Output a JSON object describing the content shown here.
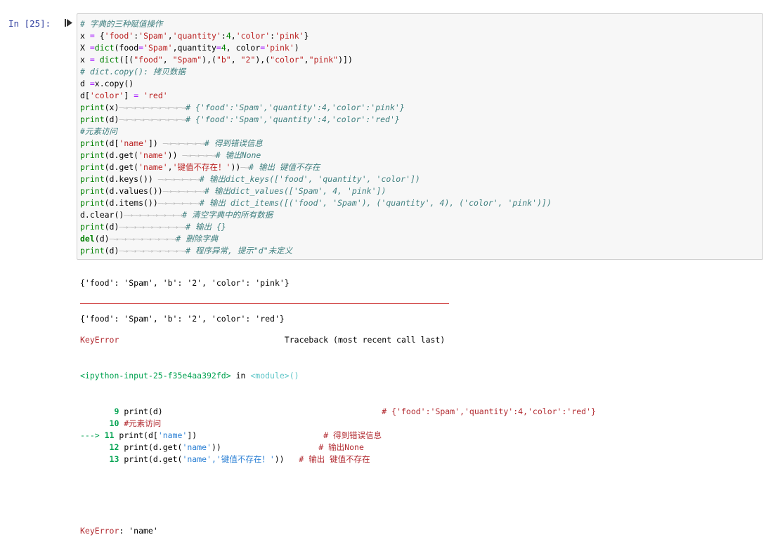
{
  "cell": {
    "prompt": "In  [25]:",
    "run_icon": "run-cell-icon"
  },
  "code_lines": [
    [
      {
        "t": "# 字典的三种赋值操作",
        "c": "cm"
      }
    ],
    [
      {
        "t": "x "
      },
      {
        "t": "=",
        "c": "op"
      },
      {
        "t": " {"
      },
      {
        "t": "'food'",
        "c": "st"
      },
      {
        "t": ":"
      },
      {
        "t": "'Spam'",
        "c": "st"
      },
      {
        "t": ","
      },
      {
        "t": "'quantity'",
        "c": "st"
      },
      {
        "t": ":"
      },
      {
        "t": "4",
        "c": "nu"
      },
      {
        "t": ","
      },
      {
        "t": "'color'",
        "c": "st"
      },
      {
        "t": ":"
      },
      {
        "t": "'pink'",
        "c": "st"
      },
      {
        "t": "}"
      }
    ],
    [
      {
        "t": "X "
      },
      {
        "t": "=",
        "c": "op"
      },
      {
        "t": "dict",
        "c": "bi"
      },
      {
        "t": "(food"
      },
      {
        "t": "=",
        "c": "op"
      },
      {
        "t": "'Spam'",
        "c": "st"
      },
      {
        "t": ",quantity"
      },
      {
        "t": "=",
        "c": "op"
      },
      {
        "t": "4",
        "c": "nu"
      },
      {
        "t": ", color"
      },
      {
        "t": "=",
        "c": "op"
      },
      {
        "t": "'pink'",
        "c": "st"
      },
      {
        "t": ")"
      }
    ],
    [
      {
        "t": "x "
      },
      {
        "t": "=",
        "c": "op"
      },
      {
        "t": " "
      },
      {
        "t": "dict",
        "c": "bi"
      },
      {
        "t": "([("
      },
      {
        "t": "\"food\"",
        "c": "st"
      },
      {
        "t": ", "
      },
      {
        "t": "\"Spam\"",
        "c": "st"
      },
      {
        "t": "),("
      },
      {
        "t": "\"b\"",
        "c": "st"
      },
      {
        "t": ", "
      },
      {
        "t": "\"2\"",
        "c": "st"
      },
      {
        "t": "),("
      },
      {
        "t": "\"color\"",
        "c": "st"
      },
      {
        "t": ","
      },
      {
        "t": "\"pink\"",
        "c": "st"
      },
      {
        "t": ")])"
      }
    ],
    [
      {
        "t": "# dict.copy(): 拷贝数据",
        "c": "cm"
      }
    ],
    [
      {
        "t": "d "
      },
      {
        "t": "=",
        "c": "op"
      },
      {
        "t": "x.copy()"
      }
    ],
    [
      {
        "t": "d["
      },
      {
        "t": "'color'",
        "c": "st"
      },
      {
        "t": "] "
      },
      {
        "t": "=",
        "c": "op"
      },
      {
        "t": " "
      },
      {
        "t": "'red'",
        "c": "st"
      }
    ],
    [
      {
        "t": "print",
        "c": "bi"
      },
      {
        "t": "(x)"
      },
      {
        "t": "—→—→—→—→—→—→—→—→",
        "c": "tab"
      },
      {
        "t": "# {'food':'Spam','quantity':4,'color':'pink'}",
        "c": "cm"
      }
    ],
    [
      {
        "t": "print",
        "c": "bi"
      },
      {
        "t": "(d)"
      },
      {
        "t": "—→—→—→—→—→—→—→—→",
        "c": "tab"
      },
      {
        "t": "# {'food':'Spam','quantity':4,'color':'red'}",
        "c": "cm"
      }
    ],
    [
      {
        "t": "#元素访问",
        "c": "cm"
      }
    ],
    [
      {
        "t": "print",
        "c": "bi"
      },
      {
        "t": "(d["
      },
      {
        "t": "'name'",
        "c": "st"
      },
      {
        "t": "]) "
      },
      {
        "t": "—→—→—→—→—→",
        "c": "tab"
      },
      {
        "t": "# 得到错误信息",
        "c": "cm"
      }
    ],
    [
      {
        "t": "print",
        "c": "bi"
      },
      {
        "t": "(d.get("
      },
      {
        "t": "'name'",
        "c": "st"
      },
      {
        "t": ")) "
      },
      {
        "t": "—→—→—→—→",
        "c": "tab"
      },
      {
        "t": "# 输出None",
        "c": "cm"
      }
    ],
    [
      {
        "t": "print",
        "c": "bi"
      },
      {
        "t": "(d.get("
      },
      {
        "t": "'name'",
        "c": "st"
      },
      {
        "t": ","
      },
      {
        "t": "'键值不存在！'",
        "c": "st"
      },
      {
        "t": "))"
      },
      {
        "t": "—→",
        "c": "tab"
      },
      {
        "t": "# 输出 键值不存在",
        "c": "cm"
      }
    ],
    [
      {
        "t": "print",
        "c": "bi"
      },
      {
        "t": "(d.keys()) "
      },
      {
        "t": "—→—→—→—→—→",
        "c": "tab"
      },
      {
        "t": "# 输出dict_keys(['food', 'quantity', 'color'])",
        "c": "cm"
      }
    ],
    [
      {
        "t": "print",
        "c": "bi"
      },
      {
        "t": "(d.values())"
      },
      {
        "t": "—→—→—→—→—→",
        "c": "tab"
      },
      {
        "t": "# 输出dict_values(['Spam', 4, 'pink'])",
        "c": "cm"
      }
    ],
    [
      {
        "t": "print",
        "c": "bi"
      },
      {
        "t": "(d.items())"
      },
      {
        "t": "—→—→—→—→—→",
        "c": "tab"
      },
      {
        "t": "# 输出 dict_items([('food', 'Spam'), ('quantity', 4), ('color', 'pink')])",
        "c": "cm"
      }
    ],
    [
      {
        "t": "d.clear()"
      },
      {
        "t": "—→—→—→—→—→—→—→",
        "c": "tab"
      },
      {
        "t": "# 清空字典中的所有数据",
        "c": "cm"
      }
    ],
    [
      {
        "t": "print",
        "c": "bi"
      },
      {
        "t": "(d)"
      },
      {
        "t": "—→—→—→—→—→—→—→—→",
        "c": "tab"
      },
      {
        "t": "# 输出 {}",
        "c": "cm"
      }
    ],
    [
      {
        "t": "del",
        "c": "kw"
      },
      {
        "t": "(d)"
      },
      {
        "t": "—→—→—→—→—→—→—→—→",
        "c": "tab"
      },
      {
        "t": "# 删除字典",
        "c": "cm"
      }
    ],
    [
      {
        "t": "print",
        "c": "bi"
      },
      {
        "t": "(d)"
      },
      {
        "t": "—→—→—→—→—→—→—→—→",
        "c": "tab"
      },
      {
        "t": "# 程序异常, 提示\"d\"未定义",
        "c": "cm"
      }
    ]
  ],
  "output": {
    "stdout": [
      "{'food': 'Spam', 'b': '2', 'color': 'pink'}",
      "{'food': 'Spam', 'b': '2', 'color': 'red'}"
    ],
    "traceback": {
      "error_name": "KeyError",
      "header_right": "Traceback (most recent call last)",
      "file": "<ipython-input-25-f35e4aa392fd>",
      "in_word": " in ",
      "module": "<module>()",
      "lines": [
        {
          "arrow": "",
          "num": "9",
          "code_pre": "print(d)",
          "str": "",
          "code_post": "",
          "pad": "                                             ",
          "comment": "# {'food':'Spam','quantity':4,'color':'red'}"
        },
        {
          "arrow": "",
          "num": "10",
          "code_pre": "",
          "str": "",
          "code_post": "",
          "pad": "",
          "comment": "#元素访问"
        },
        {
          "arrow": "---> ",
          "num": "11",
          "code_pre": "print(d[",
          "str": "'name'",
          "code_post": "])",
          "pad": "                          ",
          "comment": "# 得到错误信息"
        },
        {
          "arrow": "",
          "num": "12",
          "code_pre": "print(d.get(",
          "str": "'name'",
          "code_post": "))",
          "pad": "                    ",
          "comment": "# 输出None"
        },
        {
          "arrow": "",
          "num": "13",
          "code_pre": "print(d.get(",
          "str": "'name','键值不存在！'",
          "code_post": "))",
          "pad": "   ",
          "comment": "# 输出 键值不存在"
        }
      ],
      "final_error": "KeyError",
      "final_msg": ": 'name'"
    }
  }
}
